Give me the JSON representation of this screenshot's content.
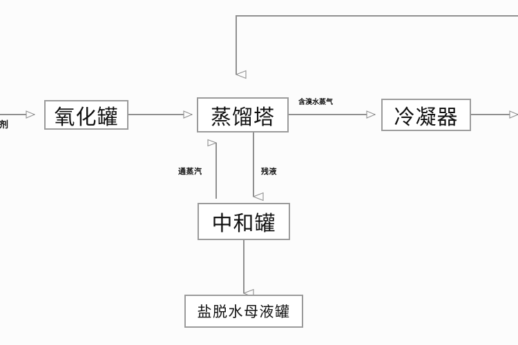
{
  "diagram": {
    "title": "",
    "type": "process-flow-diagram",
    "background_color": "#fcfcfc",
    "line_color": "#8f8f8f",
    "box_border_color": "#9a9a9a",
    "box_fill_color": "#ffffff",
    "text_color": "#111111",
    "nodes": [
      {
        "id": "oxidation_tank",
        "label": "氧化罐"
      },
      {
        "id": "distillation_tower",
        "label": "蒸馏塔"
      },
      {
        "id": "condenser",
        "label": "冷凝器"
      },
      {
        "id": "neutralization_tank",
        "label": "中和罐"
      },
      {
        "id": "salt_dehydration_mother_liquor_tank",
        "label": "盐脱水母液罐"
      }
    ],
    "edge_labels": [
      {
        "id": "bromine_water_vapor",
        "label": "含溴水蒸气"
      },
      {
        "id": "steam_supply",
        "label": "通蒸汽"
      },
      {
        "id": "residual_liquid",
        "label": "残液"
      }
    ],
    "clipped_labels": [
      {
        "id": "left-inlet-label",
        "label": "化剂"
      }
    ]
  }
}
